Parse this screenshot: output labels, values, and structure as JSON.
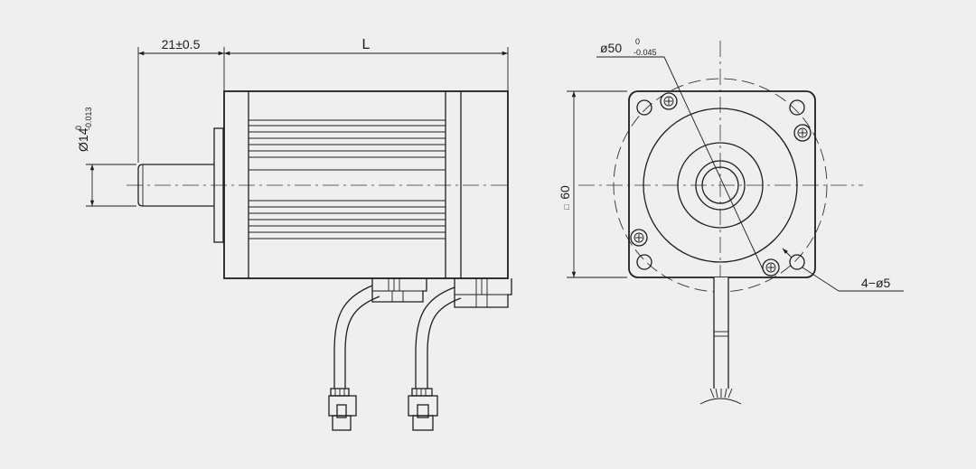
{
  "side_view": {
    "shaft_length_label": "21±0.5",
    "body_length_label": "L",
    "shaft_diameter_label": "Ø14",
    "shaft_tol_upper": "0",
    "shaft_tol_lower": "-0.013"
  },
  "front_view": {
    "pilot_diameter_label": "ø50",
    "pilot_tol_upper": "0",
    "pilot_tol_lower": "-0.045",
    "frame_size_label": "60",
    "frame_square_symbol": "□",
    "mount_holes_label": "4−ø5"
  }
}
